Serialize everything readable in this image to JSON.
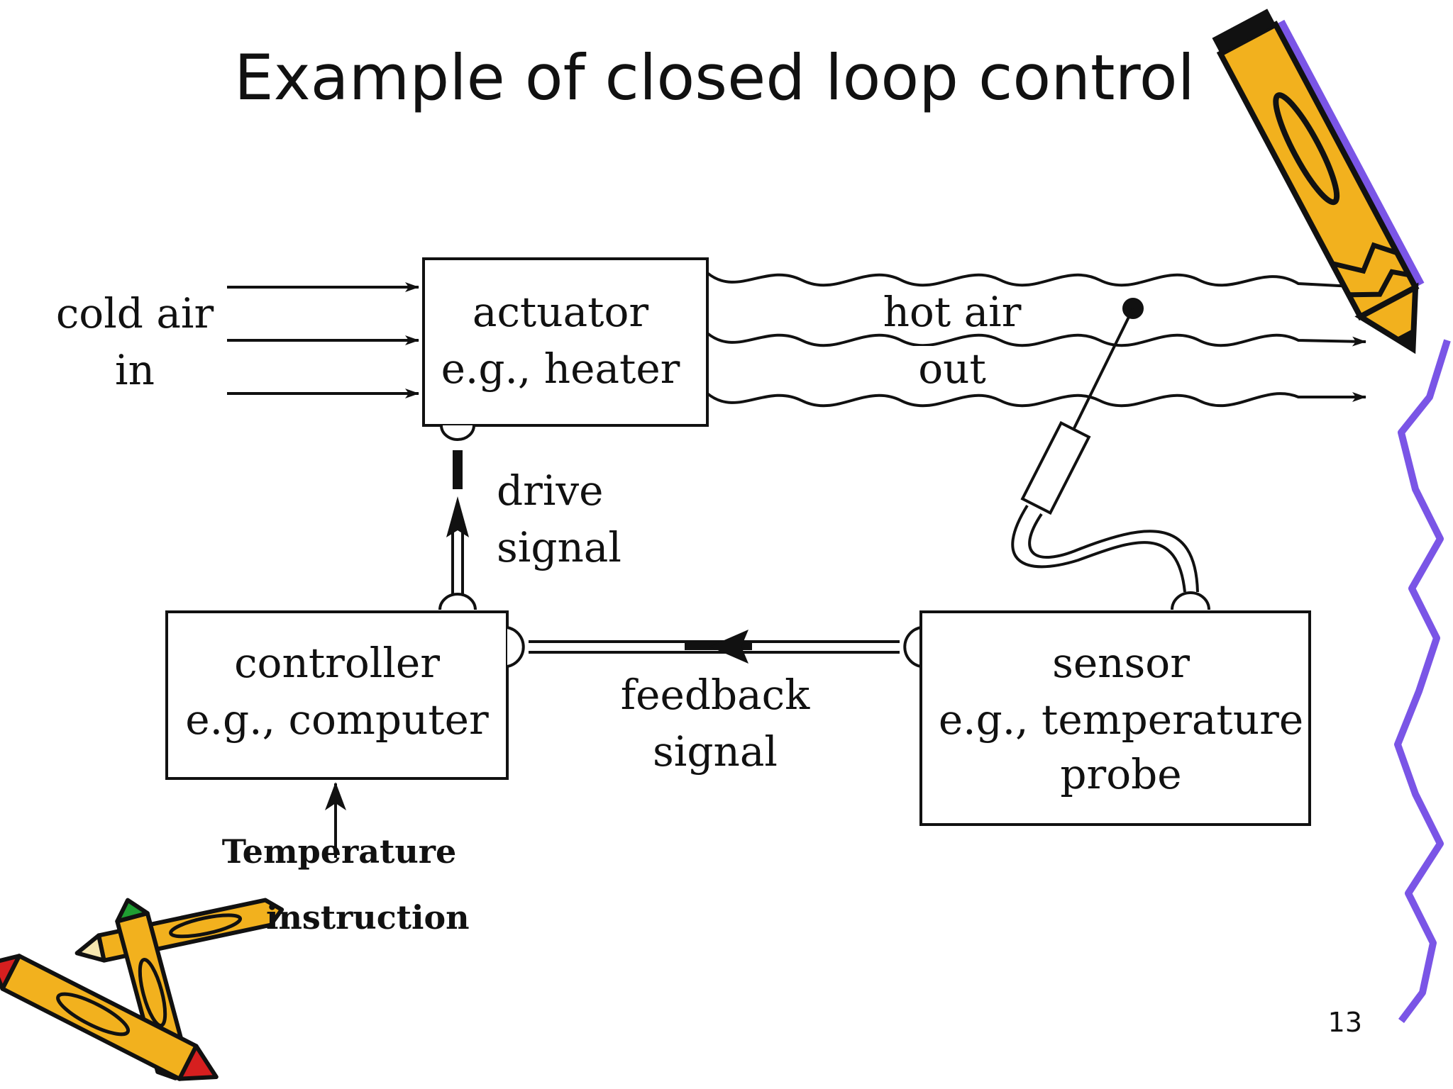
{
  "slide": {
    "title": "Example of  closed loop control",
    "page_number": "13"
  },
  "diagram": {
    "input": {
      "line1": "cold air",
      "line2": "in"
    },
    "actuator": {
      "line1": "actuator",
      "line2": "e.g., heater"
    },
    "output": {
      "line1": "hot air",
      "line2": "out"
    },
    "drive_signal": {
      "line1": "drive",
      "line2": "signal"
    },
    "controller": {
      "line1": "controller",
      "line2": "e.g., computer"
    },
    "feedback_signal": {
      "line1": "feedback",
      "line2": "signal"
    },
    "sensor": {
      "line1": "sensor",
      "line2": "e.g., temperature",
      "line3": "probe"
    },
    "setpoint": {
      "line1": "Temperature",
      "line2": "instruction"
    }
  },
  "decorations": {
    "pencil_body_color": "#f2b11e",
    "pencil_shadow_color": "#7a55e6",
    "crayon_tip_red": "#d61f1f",
    "crayon_tip_green": "#1f9e32",
    "squiggle_color": "#7a55e6"
  }
}
